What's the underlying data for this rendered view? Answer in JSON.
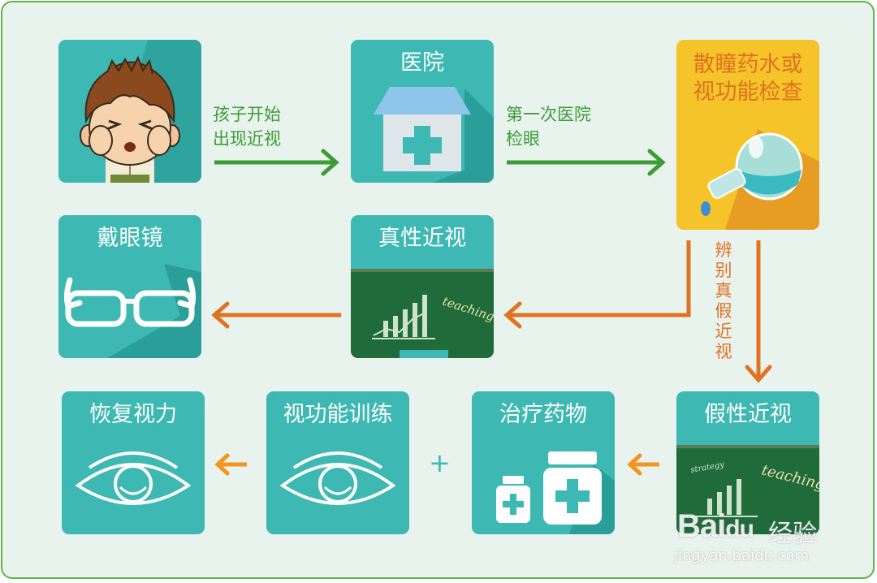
{
  "steps": {
    "child": {
      "caption": "孩子开始出现近视"
    },
    "hospital": {
      "title": "医院"
    },
    "dilation": {
      "title_line1": "散瞳药水或",
      "title_line2": "视功能检查"
    },
    "true_myopia": {
      "title": "真性近视"
    },
    "glasses": {
      "title": "戴眼镜"
    },
    "pseudo_myopia": {
      "title": "假性近视"
    },
    "medicine": {
      "title": "治疗药物"
    },
    "training": {
      "title": "视功能训练"
    },
    "recovery": {
      "title": "恢复视力"
    }
  },
  "arrow_labels": {
    "child_to_hospital": [
      "孩子开始",
      "出现近视"
    ],
    "hospital_to_check": [
      "第一次医院",
      "检眼"
    ],
    "distinguish": [
      "辨",
      "别",
      "真",
      "假",
      "近",
      "视"
    ]
  },
  "board_text": {
    "teaching": "teaching",
    "strategy": "strategy"
  },
  "plus_sign": "+",
  "watermark": {
    "brand": "Bai",
    "brand2": "du",
    "cn": "经验",
    "url": "jingyan.baidu.com"
  },
  "colors": {
    "teal": "#3db8b3",
    "green_arrow": "#3e9c38",
    "orange_arrow": "#e07322",
    "frame": "#62b24a",
    "background": "#e9f3ee",
    "yellow_tile": "#f4c42a",
    "board": "#1f6b3a"
  }
}
